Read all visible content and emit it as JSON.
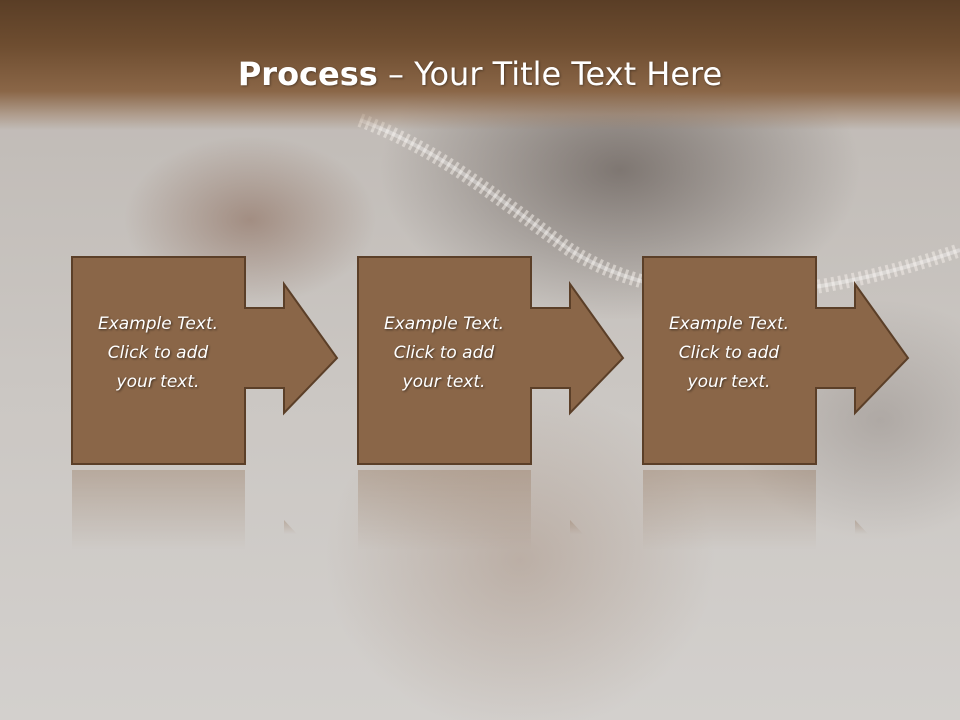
{
  "slide": {
    "title_bold": "Process",
    "title_rest": " – Your Title Text Here",
    "steps": [
      {
        "line1": "Example Text.",
        "line2": "Click  to add",
        "line3": "your text."
      },
      {
        "line1": "Example Text.",
        "line2": "Click  to add",
        "line3": "your text."
      },
      {
        "line1": "Example Text.",
        "line2": "Click  to add",
        "line3": "your text."
      }
    ]
  },
  "colors": {
    "header": "#6e4d30",
    "box_fill": "#8a6648",
    "box_stroke": "#5b3f28",
    "text": "#ffffff"
  }
}
